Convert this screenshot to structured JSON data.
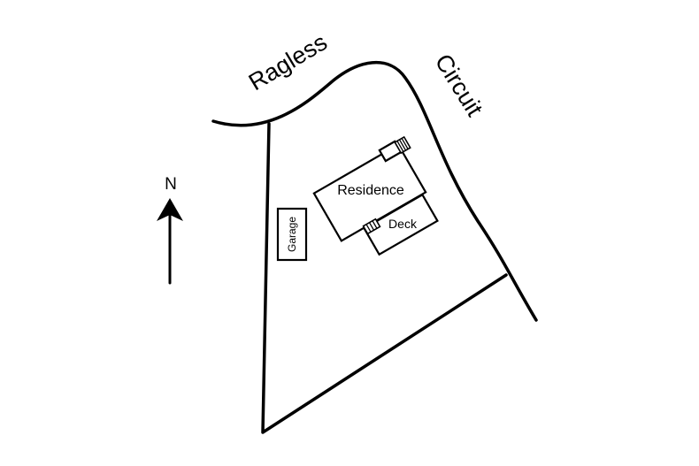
{
  "streets": {
    "north": "Ragless",
    "east": "Circuit"
  },
  "buildings": {
    "residence": "Residence",
    "deck": "Deck",
    "garage": "Garage"
  },
  "compass": {
    "label": "N"
  },
  "colors": {
    "ink": "#000000",
    "background": "#ffffff"
  }
}
